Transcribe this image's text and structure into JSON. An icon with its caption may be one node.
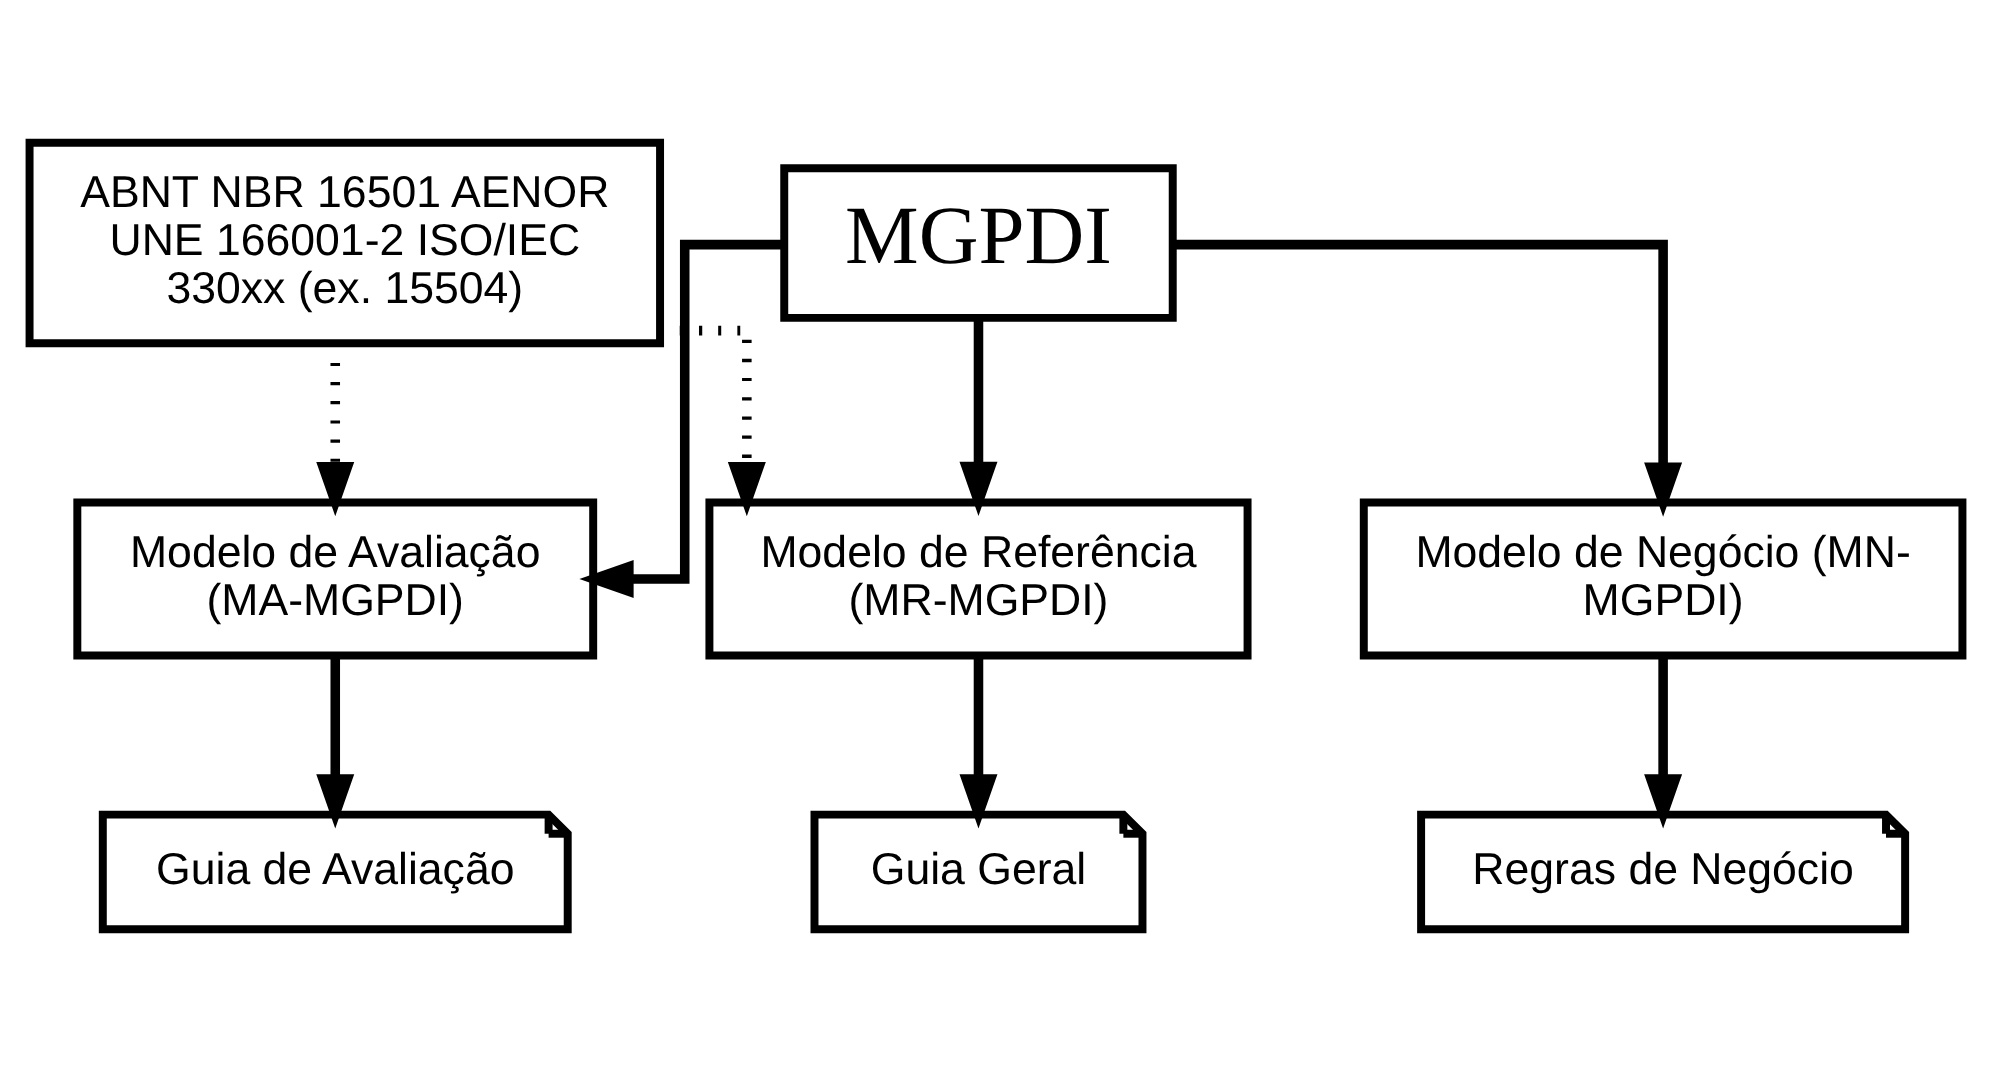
{
  "diagram": {
    "nodes": [
      {
        "text": [
          "ABNT NBR 16501 AENOR UNE 166001-2 ISO/IEC 330xx (ex. 15504)"
        ]
      },
      {
        "text": [
          "MGPDI"
        ]
      },
      {
        "text": [
          "Modelo de Referência (MR-MGPDI)"
        ]
      },
      {
        "text": [
          "Modelo de Avaliação (MA-MGPDI)"
        ]
      },
      {
        "text": [
          "Modelo de Negócio (MN-MGPDI)"
        ]
      },
      {
        "text": [
          "Guia Geral"
        ]
      },
      {
        "text": [
          "Guia de Avaliação"
        ]
      },
      {
        "text": [
          "Regras de Negócio"
        ]
      }
    ],
    "edges": [
      {
        "from": 0,
        "to": 2,
        "arrow": "to",
        "style": "dashed"
      },
      {
        "from": 0,
        "to": 3,
        "arrow": "to",
        "style": "dashed"
      },
      {
        "from": 1,
        "to": 2,
        "arrow": "to"
      },
      {
        "from": 1,
        "to": 3,
        "arrow": "to"
      },
      {
        "from": 1,
        "to": 4,
        "arrow": "to"
      },
      {
        "from": 2,
        "to": 5,
        "arrow": "to"
      },
      {
        "from": 3,
        "to": 6,
        "arrow": "to"
      },
      {
        "from": 4,
        "to": 7,
        "arrow": "to"
      }
    ]
  }
}
